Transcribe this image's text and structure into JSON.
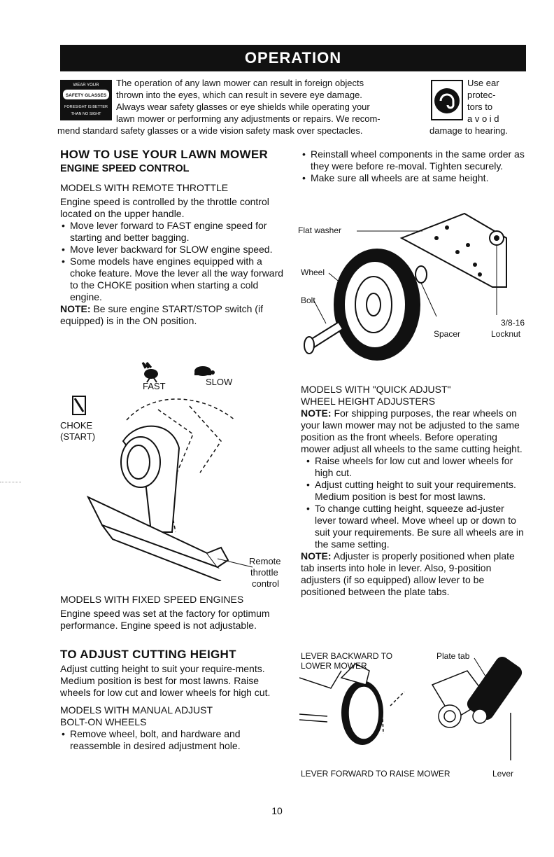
{
  "header": {
    "title": "OPERATION"
  },
  "safety": {
    "icon_label_top": "WEAR YOUR",
    "icon_label_mid": "SAFETY GLASSES",
    "icon_label_bot1": "FORESIGHT IS BETTER",
    "icon_label_bot2": "THAN NO SIGHT",
    "lines": [
      "The operation of any lawn mower can result in foreign objects",
      "thrown into the eyes, which can result in severe eye damage.",
      "Always wear safety glasses or eye shields while operating your",
      "lawn mower or performing any adjustments or repairs. We recom-"
    ],
    "last_line": "mend standard safety glasses or a wide vision safety mask over spectacles.",
    "ear_lines": [
      "Use ear",
      "protec-",
      "tors to",
      "a v o i d"
    ],
    "ear_last": "damage to hearing."
  },
  "left": {
    "title": "HOW TO USE YOUR LAWN MOWER",
    "speed_heading": "ENGINE SPEED CONTROL",
    "remote_heading": "MODELS WITH REMOTE THROTTLE",
    "remote_intro": "Engine speed is controlled by the throttle control located on the upper handle.",
    "remote_bullets": [
      "Move lever forward to FAST engine speed for starting and better bagging.",
      "Move lever backward for SLOW engine speed.",
      "Some models have engines equipped with a choke feature. Move the lever all the way forward to the CHOKE position when starting a cold engine."
    ],
    "note_label": "NOTE:",
    "note_text": "Be sure engine START/STOP switch (if equipped) is in the ON position.",
    "diagram": {
      "fast": "FAST",
      "slow": "SLOW",
      "choke": "CHOKE",
      "start": "(START)",
      "remote1": "Remote",
      "remote2": "throttle",
      "remote3": "control"
    },
    "fixed_heading": "MODELS WITH FIXED SPEED ENGINES",
    "fixed_text": "Engine speed was set at the factory for optimum performance. Engine speed is not adjustable.",
    "cut_title": "TO ADJUST CUTTING HEIGHT",
    "cut_text": "Adjust cutting height to suit your require-ments. Medium position is best for most lawns. Raise wheels for low cut and lower wheels for high cut.",
    "manual_heading1": "MODELS WITH MANUAL ADJUST",
    "manual_heading2": "BOLT-ON WHEELS",
    "manual_bullets": [
      "Remove wheel, bolt, and hardware and reassemble in desired adjustment hole."
    ]
  },
  "right": {
    "top_bullets": [
      "Reinstall wheel components in the same order as they were before re-moval. Tighten securely.",
      "Make sure all wheels are at same height."
    ],
    "wheel_diagram": {
      "flat_washer": "Flat washer",
      "wheel": "Wheel",
      "bolt": "Bolt",
      "spacer": "Spacer",
      "locknut_size": "3/8-16",
      "locknut": "Locknut"
    },
    "quick_heading1": "MODELS WITH \"QUICK ADJUST\"",
    "quick_heading2": "WHEEL HEIGHT ADJUSTERS",
    "quick_note_label": "NOTE:",
    "quick_note": "For shipping purposes, the rear wheels on your lawn mower may not be adjusted to the same position as the front wheels. Before operating mower adjust all wheels to the same cutting height.",
    "quick_bullets": [
      "Raise wheels for low cut and lower wheels for high cut.",
      "Adjust cutting height to suit your requirements. Medium position is best for most lawns.",
      "To change cutting height, squeeze ad-juster lever toward wheel. Move wheel up or down to suit your requirements. Be sure all wheels are in the same setting."
    ],
    "adj_note_label": "NOTE:",
    "adj_note": "Adjuster is properly positioned when plate tab inserts into hole in lever. Also, 9-position adjusters (if so equipped) allow lever to be positioned between the plate tabs.",
    "lever_diagram": {
      "back1": "LEVER BACKWARD TO",
      "back2": "LOWER MOWER",
      "plate_tab": "Plate tab",
      "forward": "LEVER FORWARD TO RAISE MOWER",
      "lever": "Lever"
    }
  },
  "footer": {
    "page_number": "10"
  }
}
